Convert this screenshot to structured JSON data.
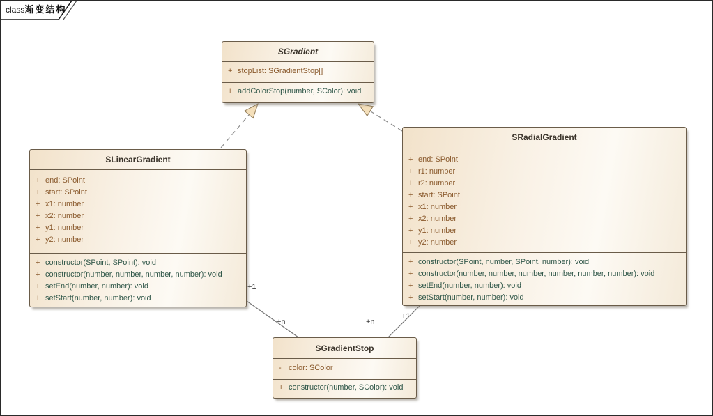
{
  "frame": {
    "keyword": "class",
    "name": "渐变结构"
  },
  "classes": {
    "sgradient": {
      "name": "SGradient",
      "abstract": true,
      "attributes": [
        {
          "vis": "+",
          "text": "stopList: SGradientStop[]"
        }
      ],
      "methods": [
        {
          "vis": "+",
          "text": "addColorStop(number, SColor): void"
        }
      ]
    },
    "slinear": {
      "name": "SLinearGradient",
      "abstract": false,
      "attributes": [
        {
          "vis": "+",
          "text": "end: SPoint"
        },
        {
          "vis": "+",
          "text": "start: SPoint"
        },
        {
          "vis": "+",
          "text": "x1: number"
        },
        {
          "vis": "+",
          "text": "x2: number"
        },
        {
          "vis": "+",
          "text": "y1: number"
        },
        {
          "vis": "+",
          "text": "y2: number"
        }
      ],
      "methods": [
        {
          "vis": "+",
          "text": "constructor(SPoint, SPoint): void"
        },
        {
          "vis": "+",
          "text": "constructor(number, number, number, number): void"
        },
        {
          "vis": "+",
          "text": "setEnd(number, number): void"
        },
        {
          "vis": "+",
          "text": "setStart(number, number): void"
        }
      ]
    },
    "sradial": {
      "name": "SRadialGradient",
      "abstract": false,
      "attributes": [
        {
          "vis": "+",
          "text": "end: SPoint"
        },
        {
          "vis": "+",
          "text": "r1: number"
        },
        {
          "vis": "+",
          "text": "r2: number"
        },
        {
          "vis": "+",
          "text": "start: SPoint"
        },
        {
          "vis": "+",
          "text": "x1: number"
        },
        {
          "vis": "+",
          "text": "x2: number"
        },
        {
          "vis": "+",
          "text": "y1: number"
        },
        {
          "vis": "+",
          "text": "y2: number"
        }
      ],
      "methods": [
        {
          "vis": "+",
          "text": "constructor(SPoint, number, SPoint, number): void"
        },
        {
          "vis": "+",
          "text": "constructor(number, number, number, number, number, number): void"
        },
        {
          "vis": "+",
          "text": "setEnd(number, number): void"
        },
        {
          "vis": "+",
          "text": "setStart(number, number): void"
        }
      ]
    },
    "stop": {
      "name": "SGradientStop",
      "abstract": false,
      "attributes": [
        {
          "vis": "-",
          "text": "color: SColor"
        }
      ],
      "methods": [
        {
          "vis": "+",
          "text": "constructor(number, SColor): void"
        }
      ]
    }
  },
  "relations": {
    "linear_realizes_sgradient": {
      "type": "realization",
      "style": "dashed-hollow-triangle"
    },
    "radial_realizes_sgradient": {
      "type": "realization",
      "style": "dashed-hollow-triangle"
    },
    "linear_to_stop": {
      "type": "association",
      "source_mult": "+1",
      "target_mult": "+n"
    },
    "radial_to_stop": {
      "type": "association",
      "source_mult": "+1",
      "target_mult": "+n"
    }
  },
  "colors": {
    "attribute_text": "#8a5a2d",
    "method_text": "#31584a",
    "box_border": "#6a5c49",
    "box_fill_dark": "#f2e2ca",
    "box_fill_light": "#fdfaf4",
    "connector_line": "#7f7f7f",
    "arrow_fill": "#f4dfba",
    "frame_text": "#111111"
  }
}
